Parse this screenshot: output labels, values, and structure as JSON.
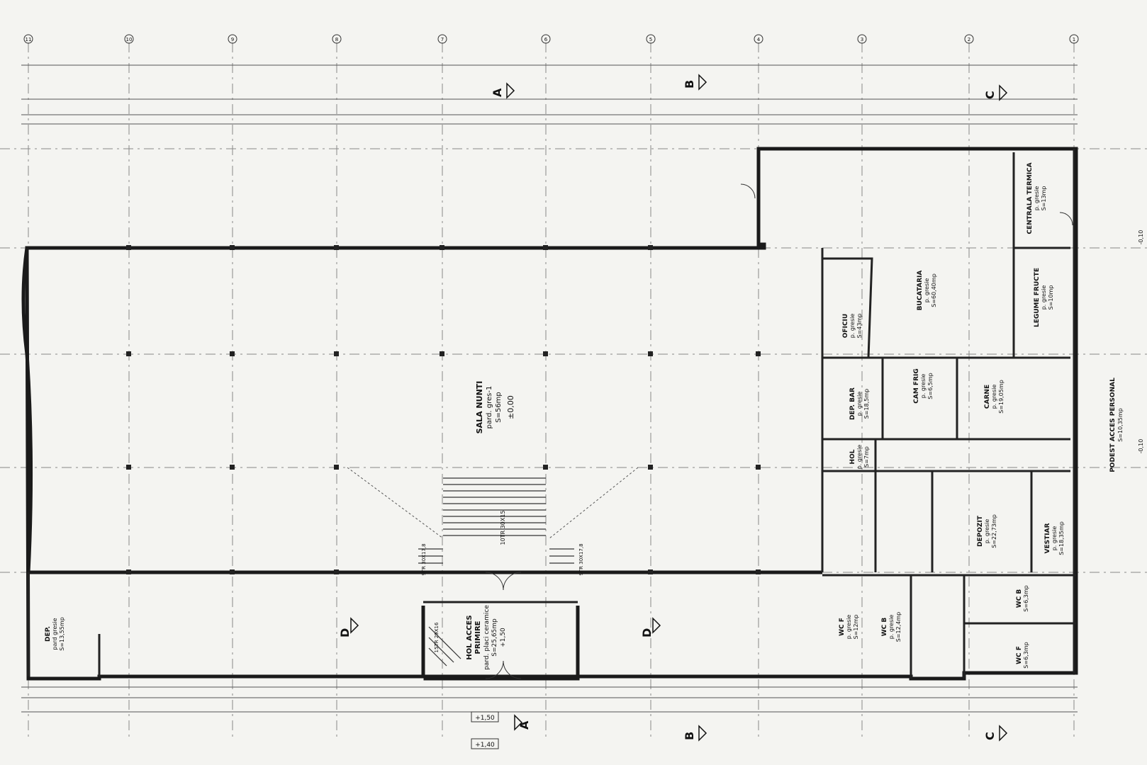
{
  "axes_letters": [
    "A",
    "B",
    "C",
    "D"
  ],
  "axes_numbers": [
    "11",
    "10",
    "9",
    "8",
    "7",
    "6",
    "5",
    "4",
    "3",
    "2",
    "1"
  ],
  "rooms": {
    "sala_nunti": {
      "name": "SALA NUNTI",
      "floor": "pard. gres-1",
      "area": "S=56mp",
      "level": "±0,00"
    },
    "hol_acces": {
      "name": "HOL ACCES",
      "sub": "PRIMIRE",
      "floor": "pard. placi ceramice",
      "area": "S=25,65mp",
      "level": "+1,50"
    },
    "dep_left": {
      "name": "DEP.",
      "floor": "pard gresie",
      "area": "S=13,55mp"
    },
    "oficiu": {
      "name": "OFICIU",
      "floor": "p. gresie",
      "area": "S=43mp"
    },
    "bucataria": {
      "name": "BUCATARIA",
      "floor": "p. gresie",
      "area": "S=60,40mp"
    },
    "centrala": {
      "name": "CENTRALA TERMICA",
      "floor": "p. gresie",
      "area": "S=13mp"
    },
    "legume": {
      "name": "LEGUME FRUCTE",
      "floor": "p. gresie",
      "area": "S=10mp"
    },
    "dep_bar": {
      "name": "DEP. BAR",
      "floor": "p. gresie",
      "area": "S=18,5mp"
    },
    "cam_fr": {
      "name": "CAM FRIG",
      "floor": "p. gresie",
      "area": "S=6,5mp"
    },
    "carne": {
      "name": "CARNE",
      "floor": "p. gresie",
      "area": "S=19,05mp"
    },
    "hol": {
      "name": "HOL",
      "floor": "p. gresie",
      "area": "S=7mp"
    },
    "depozit": {
      "name": "DEPOZIT",
      "floor": "p. gresie",
      "area": "S=22,73mp"
    },
    "vestiar": {
      "name": "VESTIAR",
      "floor": "p. gresie",
      "area": "S=18,35mp"
    },
    "podest": {
      "name": "PODEST ACCES PERSONAL",
      "area": "S=10,35mp"
    },
    "wcf_left": {
      "name": "WC F",
      "floor": "p. gresie",
      "area": "S=12mp"
    },
    "wcb_left": {
      "name": "WC B",
      "floor": "p. gresie",
      "area": "S=12,4mp"
    },
    "wcb_right": {
      "name": "WC B",
      "area": "S=6,3mp"
    },
    "wcf_right": {
      "name": "WC F",
      "area": "S=6,3mp"
    }
  },
  "stairs": {
    "main": "10TR 30X15",
    "left": "9TR 30X17,8",
    "right": "9TR 30X17,8",
    "hol": "15TR 29X16"
  },
  "levels": {
    "entry_high": "+1,50",
    "entry_low": "+1,40",
    "podest": "-0,10"
  }
}
